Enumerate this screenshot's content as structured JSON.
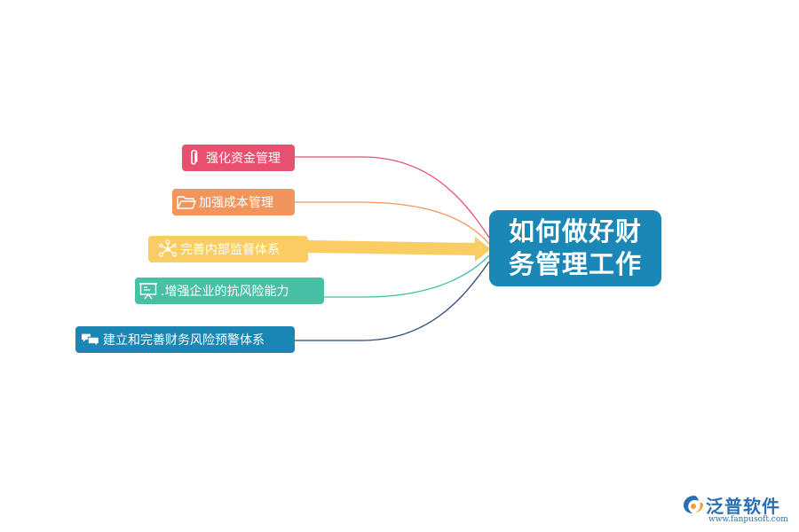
{
  "center": {
    "line1": "如何做好财",
    "line2": "务管理工作"
  },
  "branches": [
    {
      "label": "强化资金管理",
      "icon": "paperclip-icon",
      "color": "#e8506f"
    },
    {
      "label": "加强成本管理",
      "icon": "folder-icon",
      "color": "#f2955c"
    },
    {
      "label": "完善内部监督体系",
      "icon": "network-icon",
      "color": "#f9cd64"
    },
    {
      "label": ".增强企业的抗风险能力",
      "icon": "presentation-board-icon",
      "color": "#48c0a6"
    },
    {
      "label": "建立和完善财务风险预警体系",
      "icon": "chat-bubbles-icon",
      "color": "#1a86b4"
    }
  ],
  "center_color": "#1a87b6",
  "logo": {
    "name": "泛普软件",
    "url": "www.fanpusoft.com",
    "color": "#2a6fb3"
  }
}
